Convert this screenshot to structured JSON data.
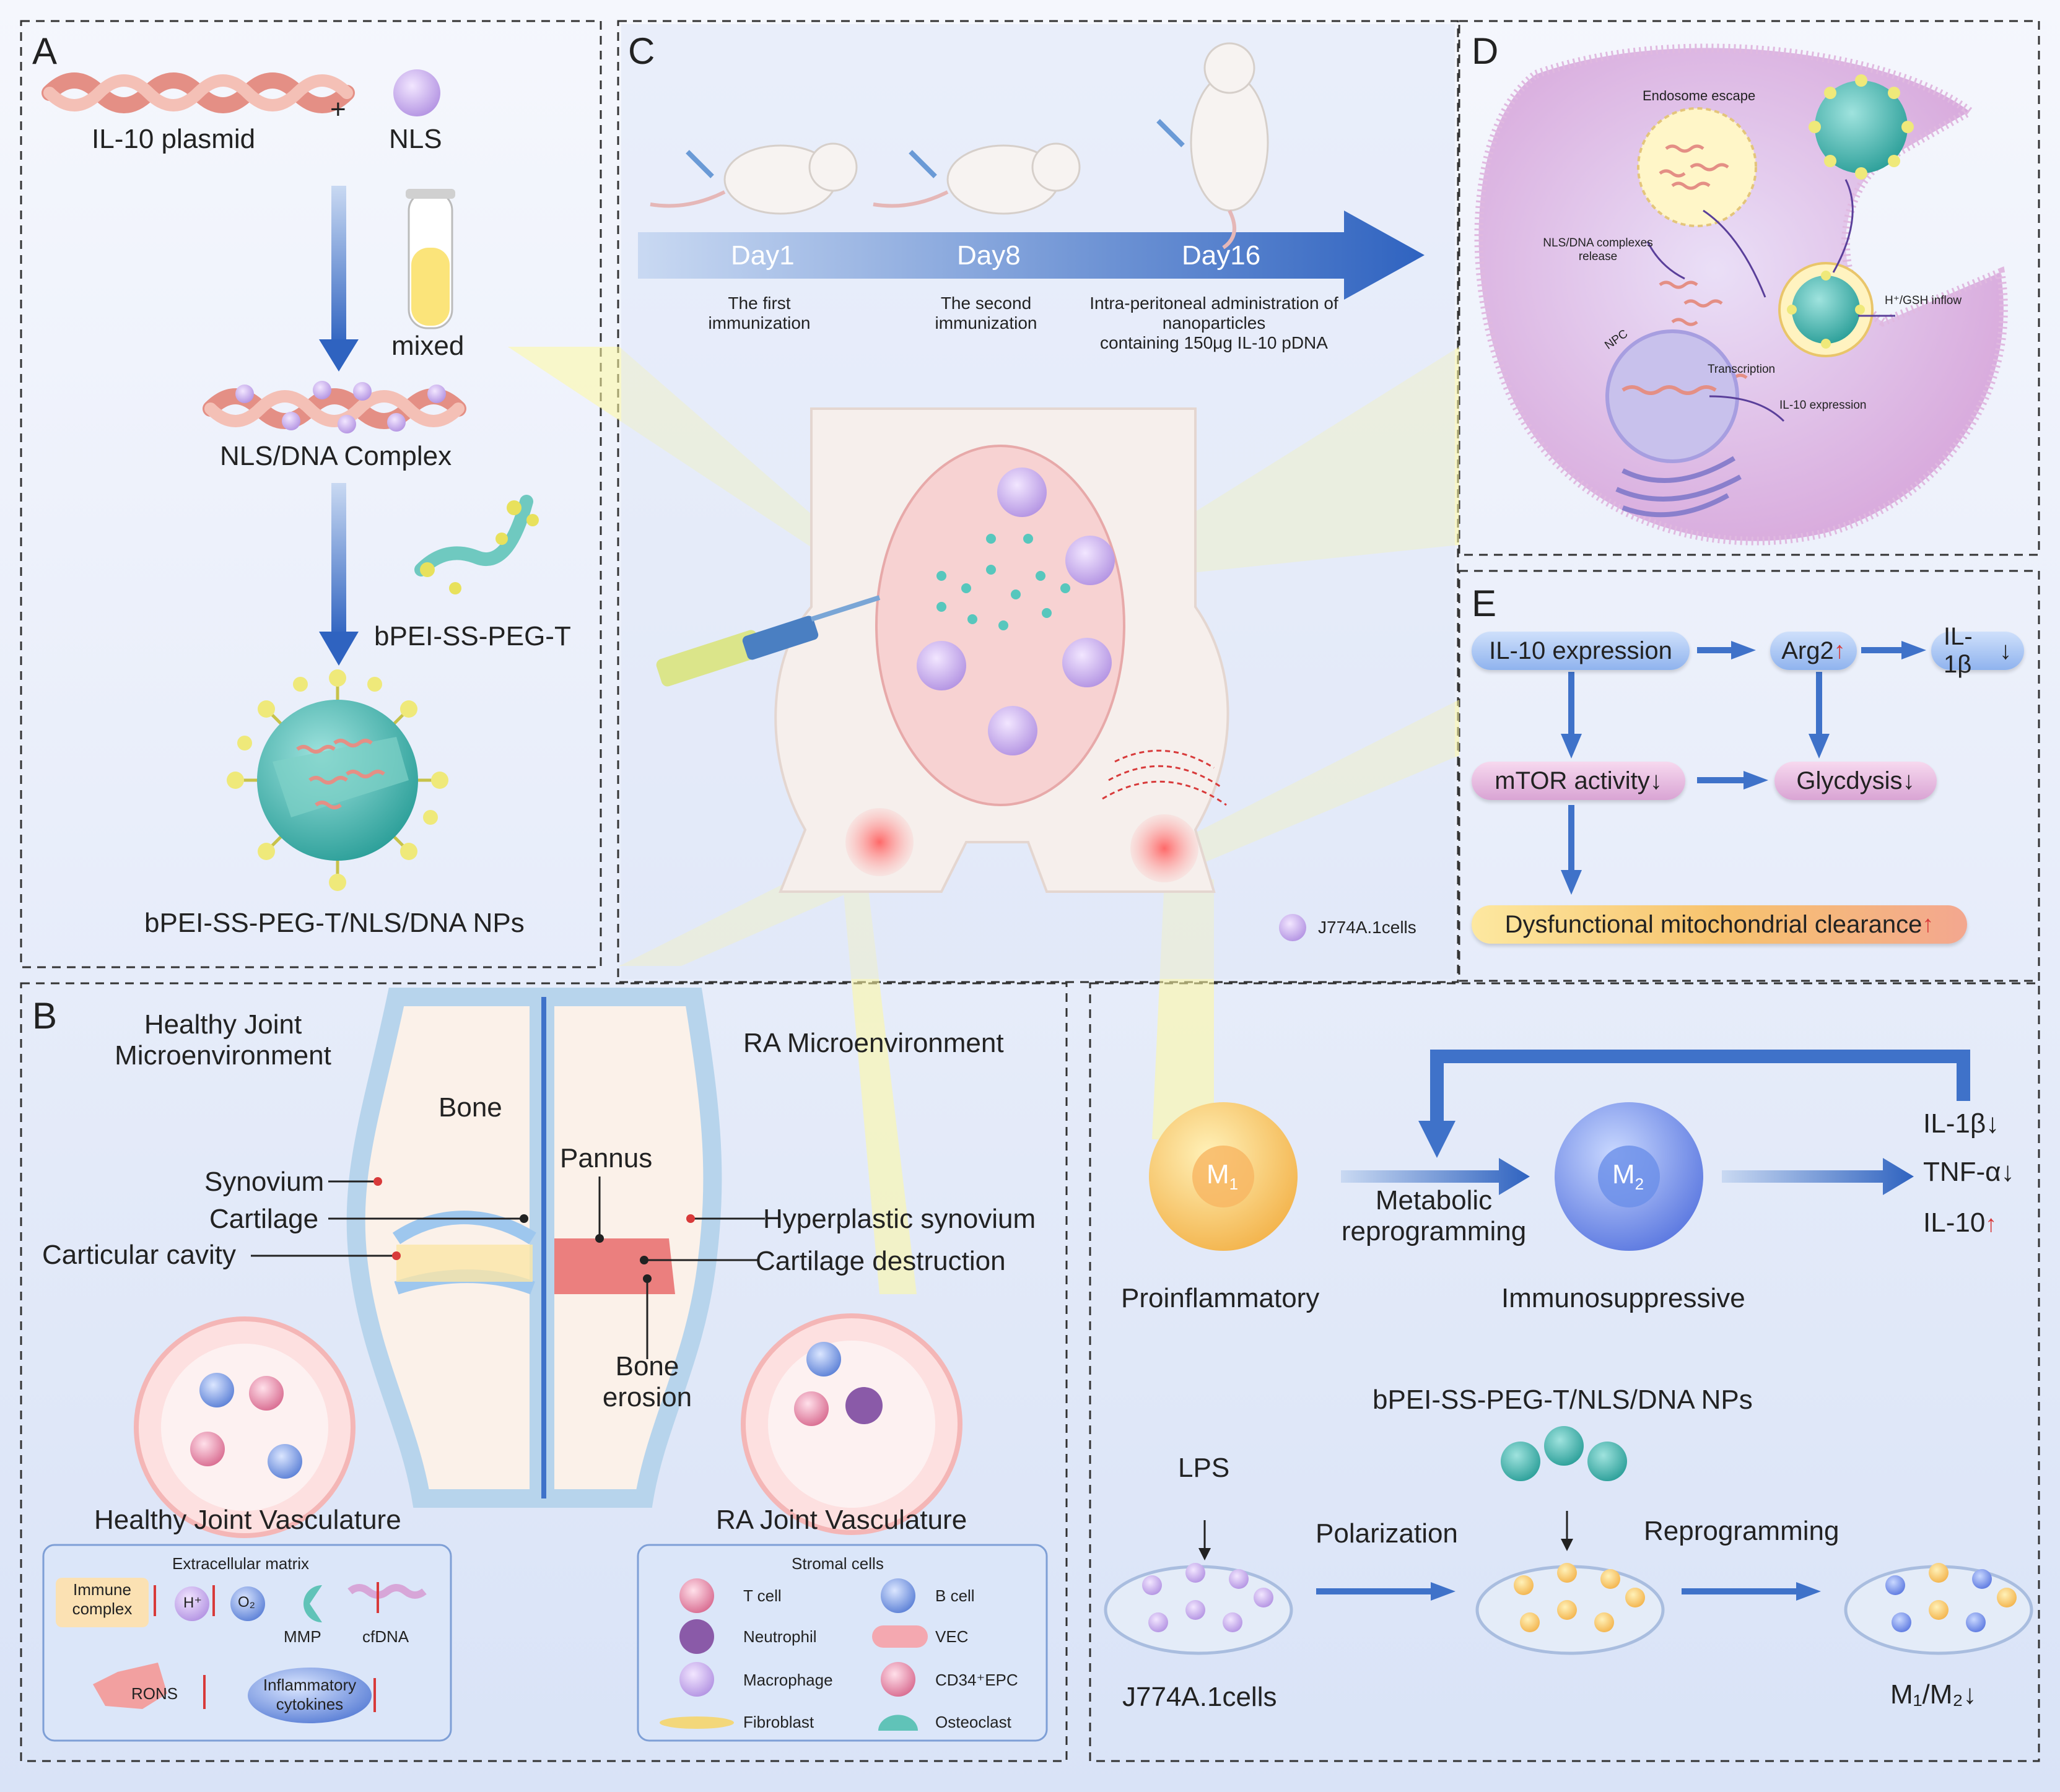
{
  "panels": {
    "a": "A",
    "b": "B",
    "c": "C",
    "d": "D",
    "e": "E"
  },
  "panel_a": {
    "plasmid": "IL-10 plasmid",
    "plus": "+",
    "nls": "NLS",
    "mixed": "mixed",
    "complex": "NLS/DNA Complex",
    "polymer": "bPEI-SS-PEG-T",
    "nps": "bPEI-SS-PEG-T/NLS/DNA NPs"
  },
  "panel_b": {
    "healthy_title_1": "Healthy Joint",
    "healthy_title_2": "Microenvironment",
    "ra_title": "RA Microenvironment",
    "bone": "Bone",
    "synovium": "Synovium",
    "cartilage": "Cartilage",
    "cavity": "Carticular cavity",
    "pannus": "Pannus",
    "hyperplastic": "Hyperplastic synovium",
    "cartilage_destruction": "Cartilage destruction",
    "bone_erosion_1": "Bone",
    "bone_erosion_2": "erosion",
    "healthy_vasculature": "Healthy Joint Vasculature",
    "ra_vasculature": "RA Joint Vasculature",
    "ecm": {
      "title": "Extracellular matrix",
      "immune_1": "Immune",
      "immune_2": "complex",
      "h": "H⁺",
      "o2": "O₂",
      "mmp": "MMP",
      "cfdna": "cfDNA",
      "rons": "RONS",
      "cyt_1": "Inflammatory",
      "cyt_2": "cytokines"
    },
    "stromal": {
      "title": "Stromal cells",
      "items": [
        "T cell",
        "B cell",
        "Neutrophil",
        "VEC",
        "Macrophage",
        "CD34⁺EPC",
        "Fibroblast",
        "Osteoclast"
      ]
    }
  },
  "panel_c": {
    "days": [
      "Day1",
      "Day8",
      "Day16"
    ],
    "desc": [
      [
        "The first",
        "immunization"
      ],
      [
        "The second",
        "immunization"
      ],
      [
        "Intra-peritoneal administration of",
        "nanoparticles",
        "containing 150μg IL-10 pDNA"
      ]
    ],
    "cells_legend": "J774A.1cells"
  },
  "panel_d": {
    "endosome": "Endosome escape",
    "release_1": "NLS/DNA complexes",
    "release_2": "release",
    "inflow": "H⁺/GSH inflow",
    "npc": "NPC",
    "transcription": "Transcription",
    "expression": "IL-10 expression"
  },
  "panel_e": {
    "il10": "IL-10 expression",
    "arg2": "Arg2",
    "il1b": "IL-1β",
    "mtor": "mTOR activity",
    "glyc": "Glycdysis",
    "mito": "Dysfunctional mitochondrial clearance",
    "up": "↑",
    "down": "↓"
  },
  "bottom_right": {
    "m1": "M",
    "m1_sub": "1",
    "m2": "M",
    "m2_sub": "2",
    "metabolic_1": "Metabolic",
    "metabolic_2": "reprogramming",
    "pro": "Proinflammatory",
    "immuno": "Immunosuppressive",
    "cytokines": [
      "IL-1β",
      "TNF-α",
      "IL-10"
    ],
    "nps": "bPEI-SS-PEG-T/NLS/DNA NPs",
    "lps": "LPS",
    "polarization": "Polarization",
    "reprogramming": "Reprogramming",
    "cells": "J774A.1cells",
    "ratio": "M₁/M₂"
  },
  "colors": {
    "arrow": "#3f72c9",
    "dash": "#333333",
    "red": "#d83a3a",
    "pink": "#f2a9b6",
    "cell_purple": "#b79ae0"
  }
}
